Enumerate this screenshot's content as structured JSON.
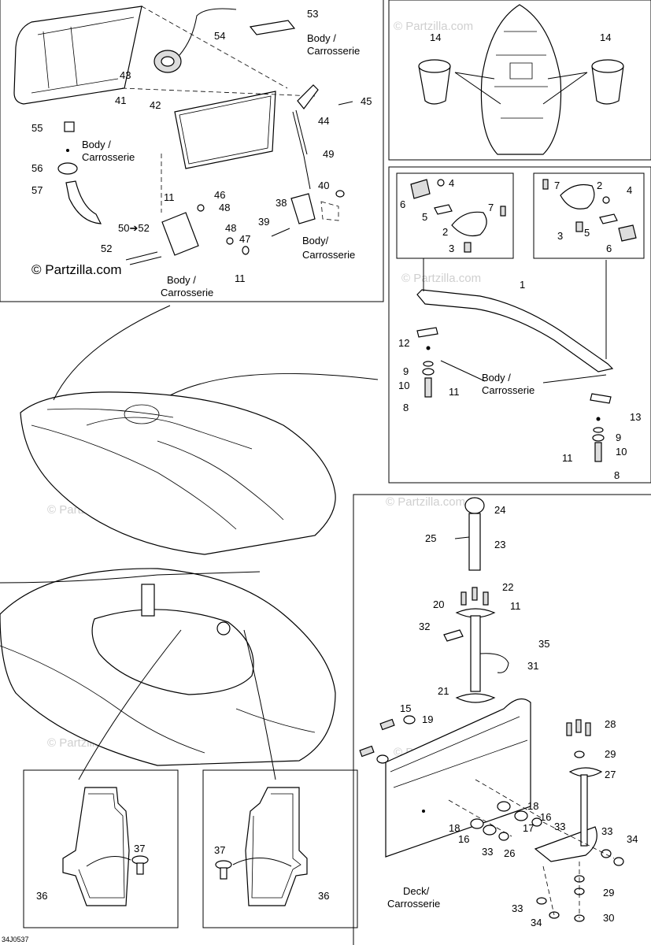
{
  "copyright": "© Partzilla.com",
  "watermark": "© Partzilla.com",
  "drawing_code": "34J0537",
  "labels": {
    "body_en": "Body /",
    "body_fr": "Carrosserie",
    "body_en_b": "Body/",
    "deck_en": "Deck/",
    "deck_fr": "Carrosserie",
    "arrow_50_52": "50➔52"
  },
  "callouts": {
    "n1": "1",
    "n2": "2",
    "n3": "3",
    "n4": "4",
    "n5": "5",
    "n6": "6",
    "n7": "7",
    "n8": "8",
    "n9": "9",
    "n10": "10",
    "n11": "11",
    "n12": "12",
    "n13": "13",
    "n14": "14",
    "n15": "15",
    "n16": "16",
    "n17": "17",
    "n18": "18",
    "n19": "19",
    "n20": "20",
    "n21": "21",
    "n22": "22",
    "n23": "23",
    "n24": "24",
    "n25": "25",
    "n26": "26",
    "n27": "27",
    "n28": "28",
    "n29": "29",
    "n30": "30",
    "n31": "31",
    "n32": "32",
    "n33": "33",
    "n34": "34",
    "n35": "35",
    "n36": "36",
    "n37": "37",
    "n38": "38",
    "n39": "39",
    "n40": "40",
    "n41": "41",
    "n42": "42",
    "n43": "43",
    "n44": "44",
    "n45": "45",
    "n46": "46",
    "n47": "47",
    "n48": "48",
    "n49": "49",
    "n52": "52",
    "n53": "53",
    "n54": "54",
    "n55": "55",
    "n56": "56",
    "n57": "57"
  }
}
